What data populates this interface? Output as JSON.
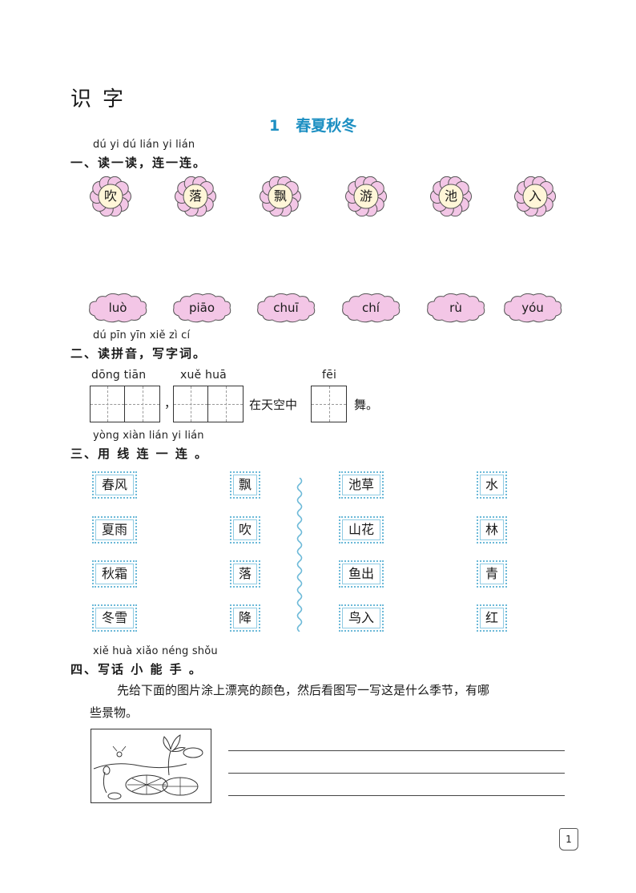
{
  "header": {
    "section": "识字",
    "lesson_number": "1",
    "lesson_title": "春夏秋冬"
  },
  "q1": {
    "pinyin": "dú yi dú   lián yi lián",
    "title": "一、读一读，连一连。",
    "flowers": [
      "吹",
      "落",
      "飘",
      "游",
      "池",
      "入"
    ],
    "clouds": [
      "luò",
      "piāo",
      "chuī",
      "chí",
      "rù",
      "yóu"
    ]
  },
  "q2": {
    "pinyin": "dú pīn yīn   xiě zì cí",
    "title": "二、读拼音，写字词。",
    "py1": "dōng tiān",
    "py2": "xuě  huā",
    "py3": "fēi",
    "comma": "，",
    "mid_text": "在天空中",
    "end_text": "舞。"
  },
  "q3": {
    "pinyin": "yòng xiàn lián yi lián",
    "title": "三、用 线 连 一 连 。",
    "col1": [
      "春风",
      "夏雨",
      "秋霜",
      "冬雪"
    ],
    "col2": [
      "飘",
      "吹",
      "落",
      "降"
    ],
    "col3": [
      "池草",
      "山花",
      "鱼出",
      "鸟入"
    ],
    "col4": [
      "水",
      "林",
      "青",
      "红"
    ]
  },
  "q4": {
    "pinyin": "xiě huà xiǎo néng shǒu",
    "title": "四、写话 小 能 手 。",
    "instruction_line1": "先给下面的图片涂上漂亮的颜色，然后看图写一写这是什么季节，有哪",
    "instruction_line2": "些景物。"
  },
  "footer": {
    "page_number": "1"
  },
  "colors": {
    "title_blue": "#1c8fc2",
    "flower_fill": "#f3c6e6",
    "flower_center": "#fff6d8",
    "cloud_fill": "#f3c6e6",
    "box_border": "#6cb9d8"
  }
}
